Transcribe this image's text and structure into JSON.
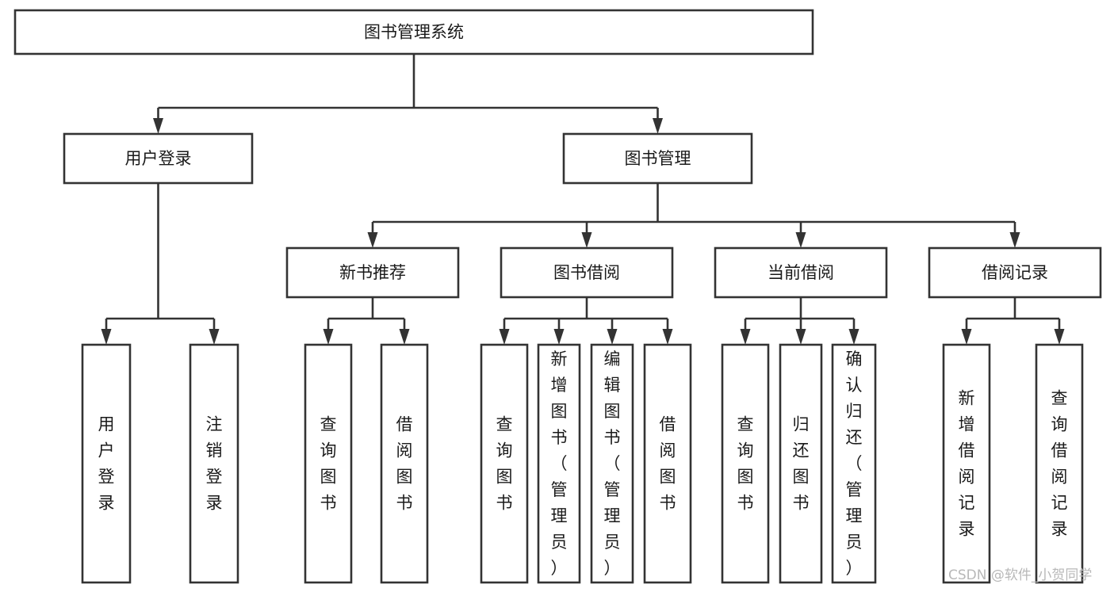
{
  "diagram": {
    "type": "tree-hierarchy",
    "title": "图书管理系统",
    "orientation": "top-down",
    "watermark": "CSDN @软件_小贺同学",
    "colors": {
      "box_fill": "#ffffff",
      "box_stroke": "#333333",
      "text": "#1a1a1a",
      "background": "#ffffff",
      "watermark": "#b8b8b8"
    },
    "levels": [
      {
        "level": 1,
        "nodes": [
          {
            "id": "root",
            "label": "图书管理系统",
            "orientation": "horizontal"
          }
        ]
      },
      {
        "level": 2,
        "nodes": [
          {
            "id": "login",
            "label": "用户登录",
            "orientation": "horizontal",
            "parent": "root"
          },
          {
            "id": "bookmgmt",
            "label": "图书管理",
            "orientation": "horizontal",
            "parent": "root"
          }
        ]
      },
      {
        "level": 3,
        "nodes": [
          {
            "id": "newbook",
            "label": "新书推荐",
            "orientation": "horizontal",
            "parent": "bookmgmt"
          },
          {
            "id": "borrow",
            "label": "图书借阅",
            "orientation": "horizontal",
            "parent": "bookmgmt"
          },
          {
            "id": "current",
            "label": "当前借阅",
            "orientation": "horizontal",
            "parent": "bookmgmt"
          },
          {
            "id": "records",
            "label": "借阅记录",
            "orientation": "horizontal",
            "parent": "bookmgmt"
          }
        ]
      },
      {
        "level": 4,
        "nodes": [
          {
            "id": "leaf-1",
            "label": "用户登录",
            "orientation": "vertical",
            "parent": "login"
          },
          {
            "id": "leaf-2",
            "label": "注销登录",
            "orientation": "vertical",
            "parent": "login"
          },
          {
            "id": "leaf-3",
            "label": "查询图书",
            "orientation": "vertical",
            "parent": "newbook"
          },
          {
            "id": "leaf-4",
            "label": "借阅图书",
            "orientation": "vertical",
            "parent": "newbook"
          },
          {
            "id": "leaf-5",
            "label": "查询图书",
            "orientation": "vertical",
            "parent": "borrow"
          },
          {
            "id": "leaf-6",
            "label": "新增图书（管理员）",
            "orientation": "vertical",
            "parent": "borrow"
          },
          {
            "id": "leaf-7",
            "label": "编辑图书（管理员）",
            "orientation": "vertical",
            "parent": "borrow"
          },
          {
            "id": "leaf-8",
            "label": "借阅图书",
            "orientation": "vertical",
            "parent": "borrow"
          },
          {
            "id": "leaf-9",
            "label": "查询图书",
            "orientation": "vertical",
            "parent": "current"
          },
          {
            "id": "leaf-10",
            "label": "归还图书",
            "orientation": "vertical",
            "parent": "current"
          },
          {
            "id": "leaf-11",
            "label": "确认归还（管理员）",
            "orientation": "vertical",
            "parent": "current"
          },
          {
            "id": "leaf-12",
            "label": "新增借阅记录",
            "orientation": "vertical",
            "parent": "records"
          },
          {
            "id": "leaf-13",
            "label": "查询借阅记录",
            "orientation": "vertical",
            "parent": "records"
          }
        ]
      }
    ]
  }
}
